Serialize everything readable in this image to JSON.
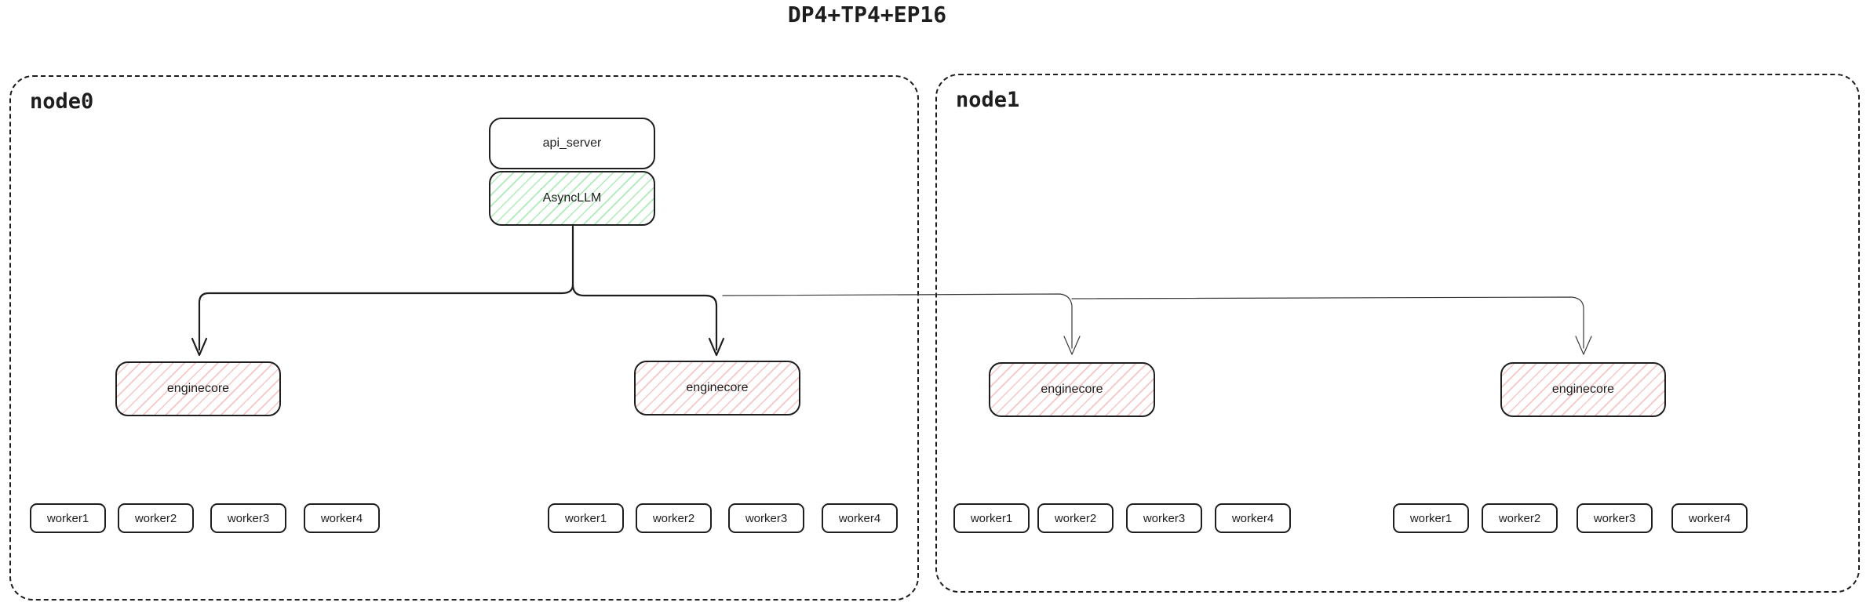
{
  "title": "DP4+TP4+EP16",
  "colors": {
    "stroke": "#1e1e1e",
    "green_hatch": "#69db7c",
    "red_hatch": "#e03131"
  },
  "nodes": [
    {
      "label": "node0",
      "api_server_label": "api_server",
      "asyncllm_label": "AsyncLLM",
      "enginecores": [
        {
          "label": "enginecore"
        },
        {
          "label": "enginecore"
        }
      ],
      "worker_groups": [
        {
          "workers": [
            "worker1",
            "worker2",
            "worker3",
            "worker4"
          ]
        },
        {
          "workers": [
            "worker1",
            "worker2",
            "worker3",
            "worker4"
          ]
        }
      ]
    },
    {
      "label": "node1",
      "enginecores": [
        {
          "label": "enginecore"
        },
        {
          "label": "enginecore"
        }
      ],
      "worker_groups": [
        {
          "workers": [
            "worker1",
            "worker2",
            "worker3",
            "worker4"
          ]
        },
        {
          "workers": [
            "worker1",
            "worker2",
            "worker3",
            "worker4"
          ]
        }
      ]
    }
  ]
}
